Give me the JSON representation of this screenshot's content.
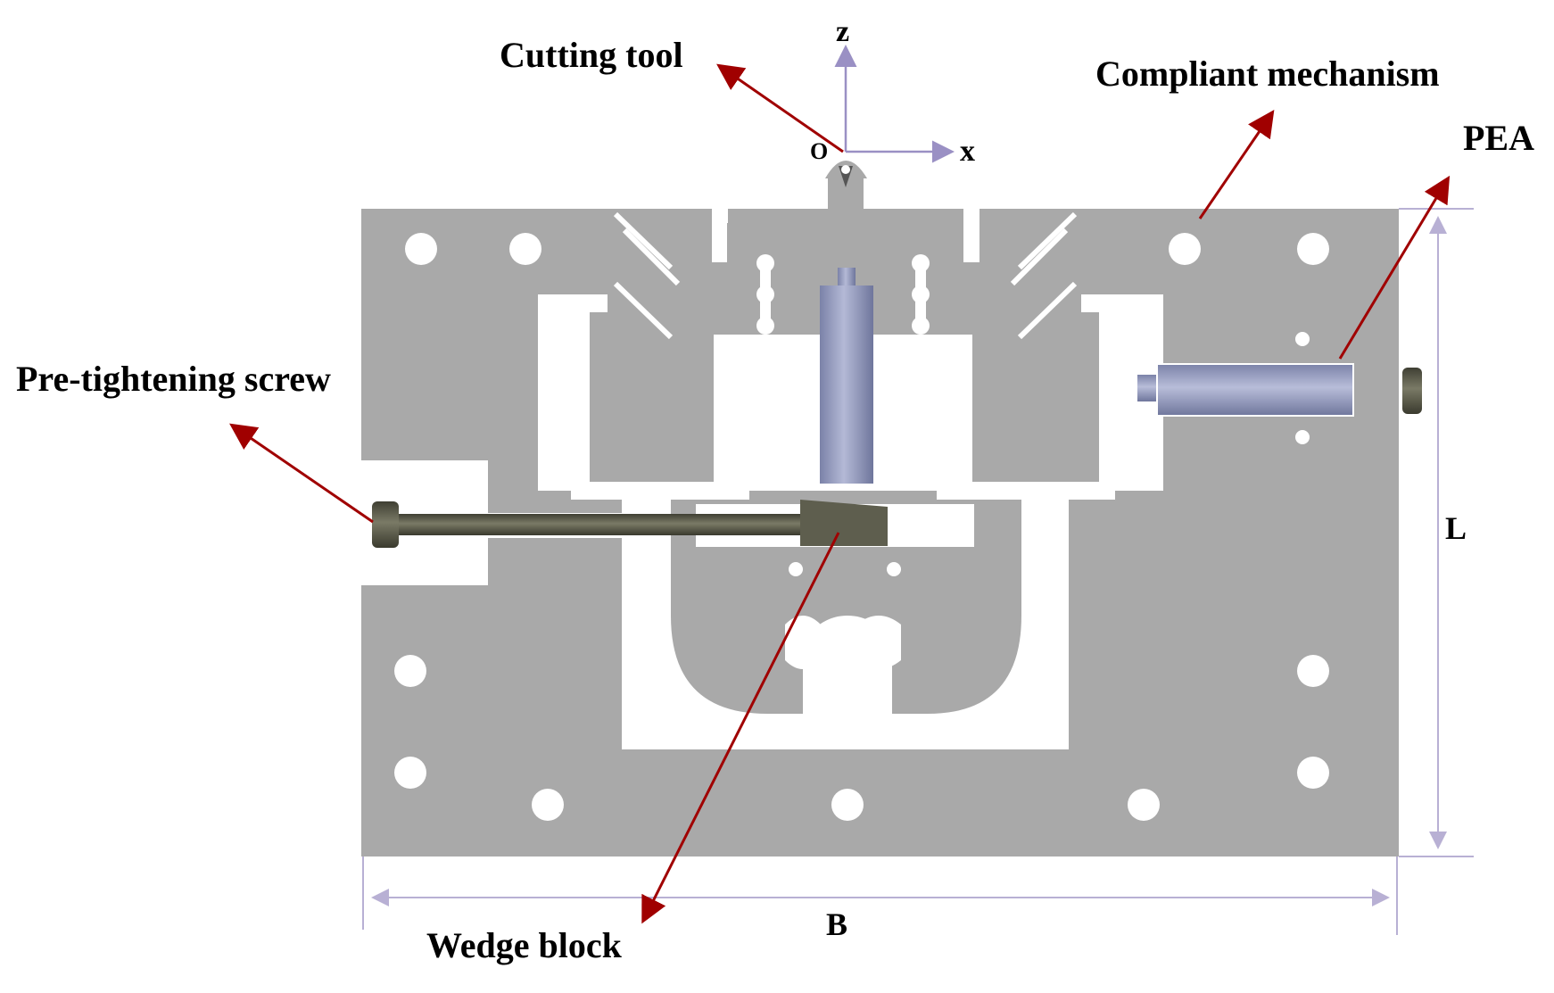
{
  "labels": {
    "cutting_tool": "Cutting tool",
    "compliant_mechanism": "Compliant mechanism",
    "pea": "PEA",
    "pre_tightening_screw": "Pre-tightening screw",
    "wedge_block": "Wedge block"
  },
  "axes": {
    "z": "z",
    "x": "x",
    "origin": "O"
  },
  "dimensions": {
    "length": "L",
    "breadth": "B"
  },
  "colors": {
    "body": "#a9a9a9",
    "cutout": "#ffffff",
    "arrow": "#a00000",
    "axis": "#9a90c4",
    "dimension": "#b8b0d4",
    "actuator": "#8f96b8",
    "screw": "#5b5b4c"
  }
}
